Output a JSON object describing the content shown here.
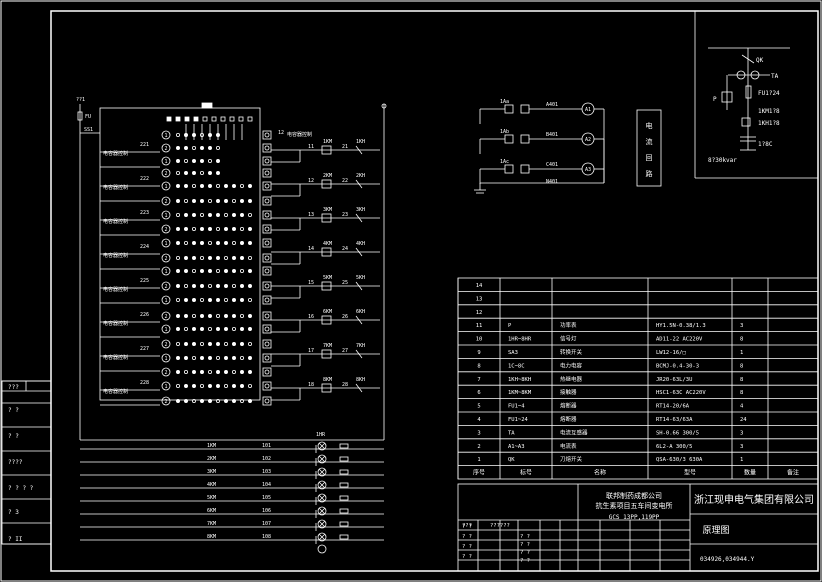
{
  "colors": {
    "background": "#000000",
    "line": "#ffffff",
    "accent": "#ffffff"
  },
  "company": "浙江现申电气集团有限公司",
  "drawing_title": "原理图",
  "drawing_number": "034926,034944.Y",
  "project": {
    "line1": "联邦制药成都公司",
    "line2": "抗生素项目五车间变电所",
    "line3": "GCS 13PP,119PP"
  },
  "left_margin": [
    "???",
    "? ?",
    "? ?",
    "????",
    "? ? ? ?",
    "? 3",
    "? II"
  ],
  "circuit": {
    "top_left": [
      "??1",
      "FU",
      "SS1"
    ],
    "ctrl_label": "电容器控制",
    "cap_labels": [
      "221",
      "222",
      "223",
      "224",
      "225",
      "226",
      "227",
      "228"
    ],
    "relays": [
      "1KM",
      "2KM",
      "3KM",
      "4KM",
      "5KM",
      "6KM",
      "7KM",
      "8KM"
    ],
    "left_nums": [
      "11",
      "12",
      "13",
      "14",
      "15",
      "16",
      "17",
      "18"
    ],
    "right_nums": [
      "21",
      "22",
      "23",
      "24",
      "25",
      "26",
      "27",
      "28"
    ],
    "kh": [
      "1KH",
      "2KH",
      "3KH",
      "4KH",
      "5KH",
      "6KH",
      "7KH",
      "8KH"
    ],
    "top_right_label": "12",
    "top_right_text": "电容器控制"
  },
  "coils": {
    "labels": [
      "1KM",
      "2KM",
      "3KM",
      "4KM",
      "5KM",
      "6KM",
      "7KM",
      "8KM"
    ],
    "numbers": [
      "101",
      "102",
      "103",
      "104",
      "105",
      "106",
      "107",
      "108"
    ],
    "lamp_label": "1HR"
  },
  "ammeter": {
    "labels": [
      "1Aa",
      "1Ab",
      "1Ac"
    ],
    "wires": [
      "A401",
      "B401",
      "C401",
      "N401"
    ],
    "meters": [
      "A1",
      "A2",
      "A3"
    ],
    "box_text": [
      "电",
      "流",
      "回",
      "路"
    ]
  },
  "main_circuit": {
    "qk": "QK",
    "ta": "TA",
    "fu": "FU1?24",
    "p": "P",
    "km": "1KM1?8",
    "kh": "1KH1?8",
    "c": "1?8C",
    "rating": "8?30kvar"
  },
  "bom": {
    "header": [
      "序号",
      "标号",
      "名称",
      "型号",
      "数量",
      "备注"
    ],
    "rows": [
      [
        "14",
        "",
        "",
        "",
        "",
        ""
      ],
      [
        "13",
        "",
        "",
        "",
        "",
        ""
      ],
      [
        "12",
        "",
        "",
        "",
        "",
        ""
      ],
      [
        "11",
        "P",
        "功率表",
        "HY1.5N-0.38/1.3",
        "3",
        ""
      ],
      [
        "10",
        "1HR~8HR",
        "信号灯",
        "AD11-22 AC220V",
        "8",
        ""
      ],
      [
        "9",
        "SA3",
        "转换开关",
        "LW12-16/□",
        "1",
        ""
      ],
      [
        "8",
        "1C~8C",
        "电力电容",
        "BCMJ-0.4-30-3",
        "8",
        ""
      ],
      [
        "7",
        "1KH~8KH",
        "热继电器",
        "JR20-63L/3U",
        "8",
        ""
      ],
      [
        "6",
        "1KM~8KM",
        "接触器",
        "HSC1-63C AC220V",
        "8",
        ""
      ],
      [
        "5",
        "FU1~4",
        "熔断器",
        "RT14-20/6A",
        "4",
        ""
      ],
      [
        "4",
        "FU1~24",
        "熔断器",
        "RT14-63/63A",
        "24",
        ""
      ],
      [
        "3",
        "TA",
        "电流互感器",
        "SH-0.66 300/5",
        "3",
        ""
      ],
      [
        "2",
        "A1~A3",
        "电流表",
        "6L2-A 300/5",
        "3",
        ""
      ],
      [
        "1",
        "QK",
        "刀熔开关",
        "QSA-630/3 630A",
        "1",
        ""
      ]
    ]
  },
  "title_block": {
    "rows_left": [
      "? ?",
      "? ?",
      "? ?",
      "? ?"
    ],
    "mid_label": "???",
    "mark": "??????"
  }
}
